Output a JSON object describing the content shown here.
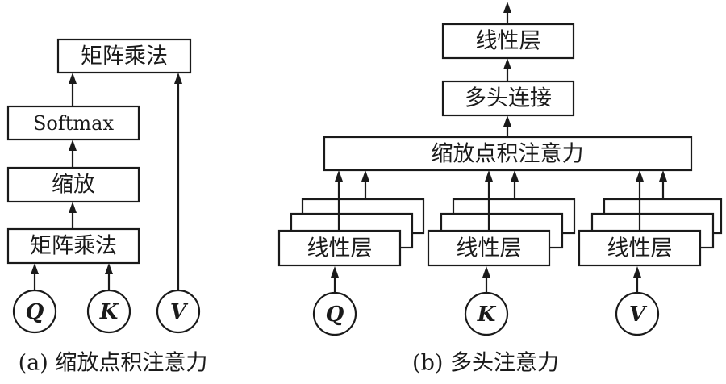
{
  "diagram": {
    "scaled_attention": {
      "boxes": {
        "matmul_top": "矩阵乘法",
        "softmax": "Softmax",
        "scale": "缩放",
        "matmul_bottom": "矩阵乘法"
      },
      "inputs": {
        "q": "Q",
        "k": "K",
        "v": "V"
      },
      "caption": "(a) 缩放点积注意力"
    },
    "multi_head": {
      "boxes": {
        "linear_out": "线性层",
        "concat": "多头连接",
        "attention": "缩放点积注意力",
        "linear_q": "线性层",
        "linear_k": "线性层",
        "linear_v": "线性层"
      },
      "inputs": {
        "q": "Q",
        "k": "K",
        "v": "V"
      },
      "caption": "(b) 多头注意力"
    }
  },
  "colors": {
    "ink": "#1a1a1a",
    "background": "#ffffff"
  }
}
